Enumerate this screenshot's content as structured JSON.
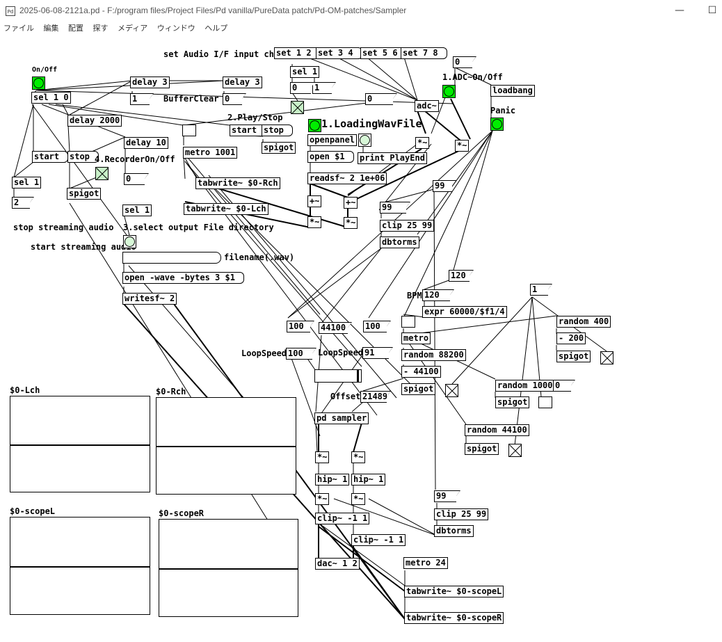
{
  "window": {
    "app_icon": "Pd",
    "title": "2025-06-08-2121a.pd  - F:/program files/Project Files/Pd vanilla/PureData patch/Pd-OM-patches/Sampler",
    "minimize": "—",
    "maximize": "☐"
  },
  "menu": [
    "ファイル",
    "編集",
    "配置",
    "探す",
    "メディア",
    "ウィンドウ",
    "ヘルプ"
  ],
  "labels": {
    "set_audio": "set Audio I/F input ch",
    "onoff": "On/Off",
    "adc_onoff": "1.ADC~On/Off",
    "panic": "Panic",
    "play_stop": "2.Play/Stop",
    "bufferclear": "BufferClear",
    "loadingwav": "1.LoadingWavFile",
    "recorder": "4.RecorderOn/Off",
    "stop_streaming": "stop streaming audio",
    "start_streaming": "start streaming audio",
    "select_dir": "3.select output File directory",
    "filename": "filename(.wav)",
    "bpm": "BPM",
    "loopspeed1": "LoopSpeed",
    "loopspeed2": "LoopSpeed",
    "offset": "Offset"
  },
  "objects": {
    "set12": "set 1 2",
    "set34": "set 3 4",
    "set56": "set 5 6",
    "set78": "set 7 8",
    "num0_top": "0",
    "sel1_top": "sel 1",
    "num0_b": "0",
    "num1_b": "1",
    "loadbang": "loadbang",
    "delay3a": "delay 3",
    "delay3b": "delay 3",
    "sel10": "sel 1 0",
    "num1_a": "1",
    "num0_c": "0",
    "num0_d": "0",
    "adc": "adc~",
    "delay2000": "delay 2000",
    "start_a": "start",
    "stop_a": "stop",
    "spigot_a": "spigot",
    "openpanel": "openpanel",
    "open1": "open $1",
    "print": "print PlayEnd",
    "mul_a": "*~",
    "mul_b": "*~",
    "delay10": "delay 10",
    "metro1001": "metro 1001",
    "start_b": "start",
    "stop_b": "stop",
    "num0_e": "0",
    "sel1_a": "sel 1",
    "num2": "2",
    "spigot_b": "spigot",
    "readsf": "readsf~ 2 1e+06",
    "tabwrite_r": "tabwrite~ $0-Rch",
    "tabwrite_l": "tabwrite~ $0-Lch",
    "add_a": "+~",
    "add_b": "+~",
    "mul_c": "*~",
    "mul_d": "*~",
    "num99_a": "99",
    "num99_b": "99",
    "clip2599_a": "clip 25 99",
    "dbtorms_a": "dbtorms",
    "sel1_b": "sel 1",
    "open_wave": "open -wave -bytes 3 $1",
    "writesf": "writesf~ 2",
    "num120_a": "120",
    "num120_b": "120",
    "expr": "expr 60000/$f1/4",
    "num1_c": "1",
    "num100_a": "100",
    "num44100": "44100",
    "num100_b": "100",
    "metro": "metro",
    "random400": "random 400",
    "minus200": "- 200",
    "spigot_c": "spigot",
    "num100_c": "100",
    "num91": "91",
    "random88200": "random 88200",
    "minus44100": "- 44100",
    "spigot_d": "spigot",
    "num21489": "21489",
    "random1000": "random 1000",
    "num0_f": "0",
    "spigot_e": "spigot",
    "pd_sampler": "pd sampler",
    "random44100": "random 44100",
    "spigot_f": "spigot",
    "mul_e": "*~",
    "mul_f": "*~",
    "hip_a": "hip~ 1",
    "hip_b": "hip~ 1",
    "mul_g": "*~",
    "mul_h": "*~",
    "num99_c": "99",
    "clip11_a": "clip~ -1 1",
    "clip2599_b": "clip 25 99",
    "clip11_b": "clip~ -1 1",
    "dbtorms_b": "dbtorms",
    "dac": "dac~ 1 2",
    "metro24": "metro 24",
    "tabwrite_sl": "tabwrite~ $0-scopeL",
    "tabwrite_sr": "tabwrite~ $0-scopeR"
  },
  "arrays": {
    "lch": "$0-Lch",
    "rch": "$0-Rch",
    "scopel": "$0-scopeL",
    "scoper": "$0-scopeR"
  },
  "icons": [
    "app-icon",
    "toggle",
    "bang"
  ]
}
